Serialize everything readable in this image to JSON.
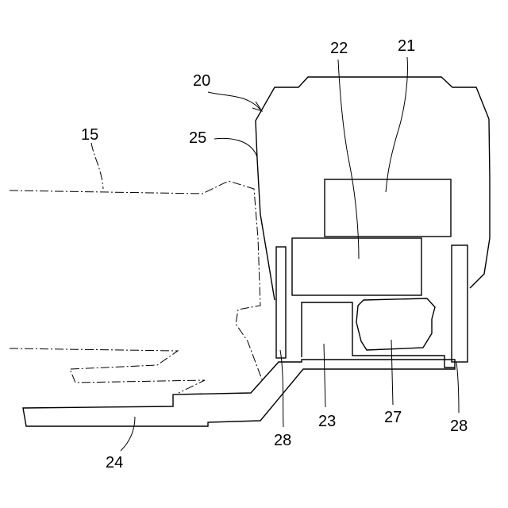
{
  "labels": {
    "l20": "20",
    "l21": "21",
    "l22": "22",
    "l15": "15",
    "l25": "25",
    "l23": "23",
    "l27": "27",
    "l28a": "28",
    "l28b": "28",
    "l24": "24"
  }
}
